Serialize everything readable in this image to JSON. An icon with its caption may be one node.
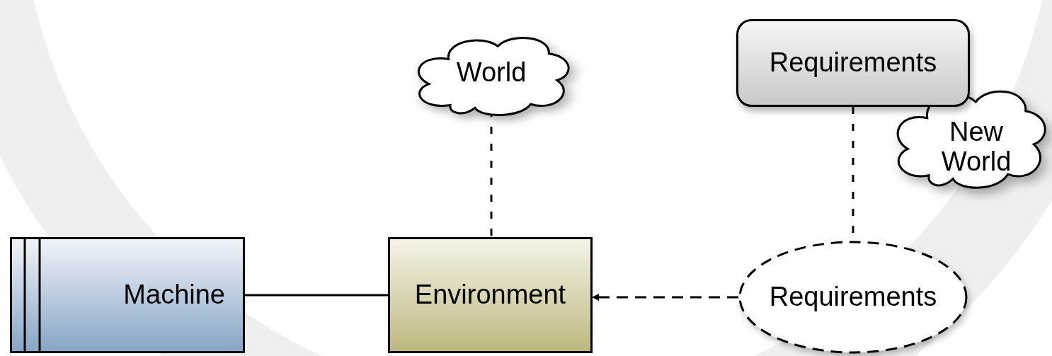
{
  "diagram": {
    "nodes": [
      {
        "text": [
          "World"
        ]
      },
      {
        "text": [
          "Requirements"
        ]
      },
      {
        "text": [
          "New World"
        ]
      },
      {
        "text": [
          "Machine"
        ]
      },
      {
        "text": [
          "Environment"
        ]
      },
      {
        "text": [
          "Requirements"
        ]
      }
    ],
    "edges": [
      {
        "from": 3,
        "to": 4,
        "arrow": "none"
      },
      {
        "from": 5,
        "to": 4,
        "arrow": "to",
        "style": "dashed"
      },
      {
        "from": 0,
        "to": 4,
        "arrow": "none",
        "style": "dashed"
      },
      {
        "from": 1,
        "to": 5,
        "arrow": "none",
        "style": "dashed"
      }
    ]
  }
}
